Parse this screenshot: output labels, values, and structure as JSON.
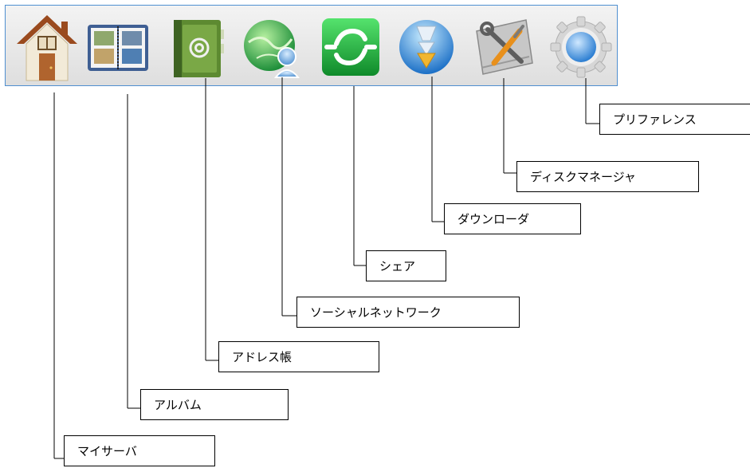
{
  "toolbar": {
    "items": [
      {
        "id": "my-server",
        "label": "マイサーバ",
        "icon": "house-icon"
      },
      {
        "id": "album",
        "label": "アルバム",
        "icon": "photo-album-icon"
      },
      {
        "id": "address-book",
        "label": "アドレス帳",
        "icon": "address-book-icon"
      },
      {
        "id": "social-network",
        "label": "ソーシャルネットワーク",
        "icon": "globe-user-icon"
      },
      {
        "id": "share",
        "label": "シェア",
        "icon": "share-icon"
      },
      {
        "id": "downloader",
        "label": "ダウンローダ",
        "icon": "download-icon"
      },
      {
        "id": "disk-manager",
        "label": "ディスクマネージャ",
        "icon": "disk-tools-icon"
      },
      {
        "id": "preferences",
        "label": "プリファレンス",
        "icon": "gear-icon"
      }
    ]
  },
  "colors": {
    "toolbar_border": "#4f8fd0",
    "toolbar_bg": "#e8e8e8",
    "callout_line": "#000000"
  }
}
